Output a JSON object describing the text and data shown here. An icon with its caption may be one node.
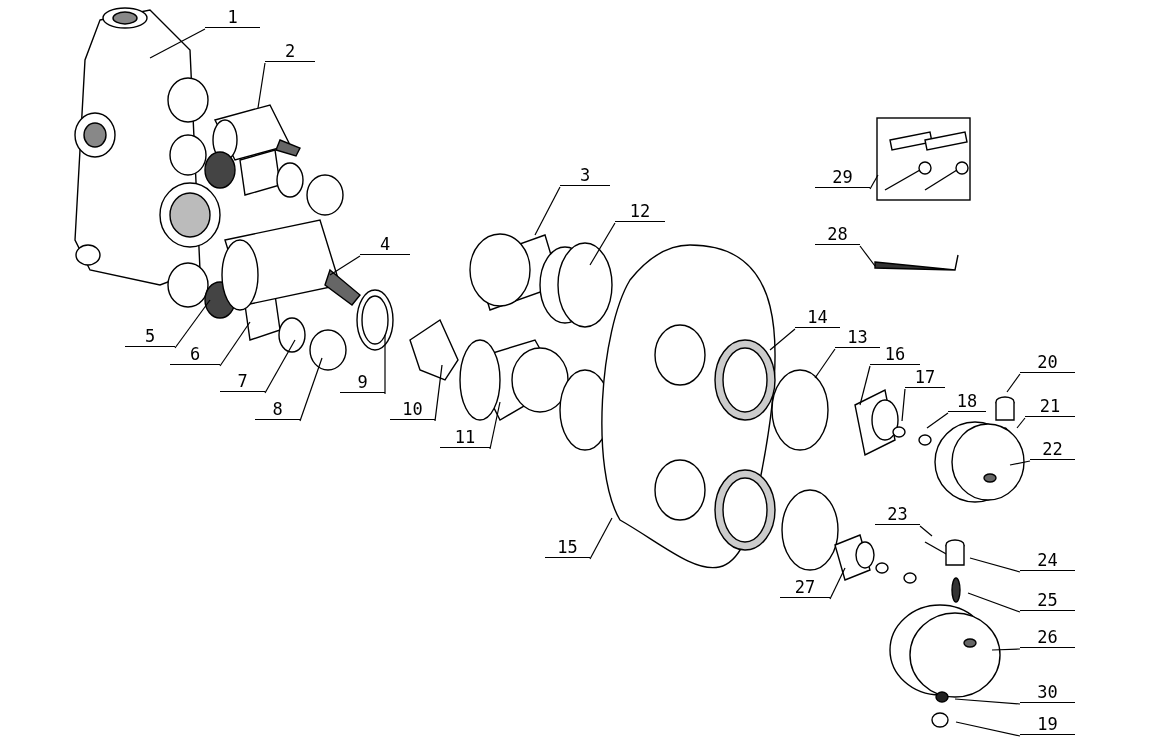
{
  "diagram": {
    "nodes": [
      {
        "text": [
          "1"
        ]
      },
      {
        "text": [
          "2"
        ]
      },
      {
        "text": [
          "29"
        ]
      },
      {
        "text": [
          "3"
        ]
      },
      {
        "text": [
          "12"
        ]
      },
      {
        "text": [
          "28"
        ]
      },
      {
        "text": [
          "4"
        ]
      },
      {
        "text": [
          "5"
        ]
      },
      {
        "text": [
          "14"
        ]
      },
      {
        "text": [
          "6"
        ]
      },
      {
        "text": [
          "13"
        ]
      },
      {
        "text": [
          "16"
        ]
      },
      {
        "text": [
          "20"
        ]
      },
      {
        "text": [
          "17"
        ]
      },
      {
        "text": [
          "7"
        ]
      },
      {
        "text": [
          "18"
        ]
      },
      {
        "text": [
          "21"
        ]
      },
      {
        "text": [
          "9"
        ]
      },
      {
        "text": [
          "8"
        ]
      },
      {
        "text": [
          "22"
        ]
      },
      {
        "text": [
          "10"
        ]
      },
      {
        "text": [
          "11"
        ]
      },
      {
        "text": [
          "23"
        ]
      },
      {
        "text": [
          "15"
        ]
      },
      {
        "text": [
          "24"
        ]
      },
      {
        "text": [
          "27"
        ]
      },
      {
        "text": [
          "25"
        ]
      },
      {
        "text": [
          "26"
        ]
      },
      {
        "text": [
          "30"
        ]
      },
      {
        "text": [
          "19"
        ]
      }
    ],
    "edges": [
      {
        "from": 0,
        "to": null,
        "arrow": "none"
      },
      {
        "from": 1,
        "to": null,
        "arrow": "none"
      },
      {
        "from": 2,
        "to": null,
        "arrow": "none"
      },
      {
        "from": 3,
        "to": null,
        "arrow": "none"
      },
      {
        "from": 4,
        "to": null,
        "arrow": "none"
      },
      {
        "from": 5,
        "to": null,
        "arrow": "none"
      },
      {
        "from": 6,
        "to": null,
        "arrow": "none"
      },
      {
        "from": 7,
        "to": null,
        "arrow": "none"
      },
      {
        "from": 8,
        "to": null,
        "arrow": "none"
      },
      {
        "from": 9,
        "to": null,
        "arrow": "none"
      },
      {
        "from": 10,
        "to": null,
        "arrow": "none"
      },
      {
        "from": 11,
        "to": null,
        "arrow": "none"
      },
      {
        "from": 12,
        "to": null,
        "arrow": "none"
      },
      {
        "from": 13,
        "to": null,
        "arrow": "none"
      },
      {
        "from": 14,
        "to": null,
        "arrow": "none"
      },
      {
        "from": 15,
        "to": null,
        "arrow": "none"
      },
      {
        "from": 16,
        "to": null,
        "arrow": "none"
      },
      {
        "from": 17,
        "to": null,
        "arrow": "none"
      },
      {
        "from": 18,
        "to": null,
        "arrow": "none"
      },
      {
        "from": 19,
        "to": null,
        "arrow": "none"
      },
      {
        "from": 20,
        "to": null,
        "arrow": "none"
      },
      {
        "from": 21,
        "to": null,
        "arrow": "none"
      },
      {
        "from": 22,
        "to": null,
        "arrow": "none"
      },
      {
        "from": 23,
        "to": null,
        "arrow": "none"
      },
      {
        "from": 24,
        "to": null,
        "arrow": "none"
      },
      {
        "from": 25,
        "to": null,
        "arrow": "none"
      },
      {
        "from": 26,
        "to": null,
        "arrow": "none"
      },
      {
        "from": 27,
        "to": null,
        "arrow": "none"
      },
      {
        "from": 28,
        "to": null,
        "arrow": "none"
      },
      {
        "from": 29,
        "to": null,
        "arrow": "none"
      }
    ]
  }
}
